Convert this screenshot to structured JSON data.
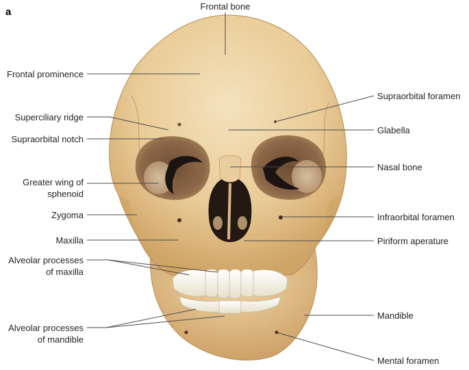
{
  "panel_letter": "a",
  "labels": {
    "frontal_bone": "Frontal bone",
    "frontal_prominence": "Frontal prominence",
    "superciliary_ridge": "Superciliary ridge",
    "supraorbital_notch": "Supraorbital notch",
    "greater_wing_1": "Greater wing of",
    "greater_wing_2": "sphenoid",
    "zygoma": "Zygoma",
    "maxilla": "Maxilla",
    "alveolar_maxilla_1": "Alveolar processes",
    "alveolar_maxilla_2": "of maxilla",
    "alveolar_mandible_1": "Alveolar processes",
    "alveolar_mandible_2": "of mandible",
    "supraorbital_foramen": "Supraorbital foramen",
    "glabella": "Glabella",
    "nasal_bone": "Nasal bone",
    "infraorbital_foramen": "Infraorbital foramen",
    "piriform_aperature": "Piriform aperature",
    "mandible": "Mandible",
    "mental_foramen": "Mental foramen"
  },
  "colors": {
    "bone_light": "#f1dcb1",
    "bone_mid": "#e6c48c",
    "bone_dark": "#c99d62",
    "orbit": "#8a6545",
    "cavity": "#2b1d16",
    "teeth": "#f7f4e6",
    "leader": "#4a4a4a",
    "text": "#231f20"
  }
}
